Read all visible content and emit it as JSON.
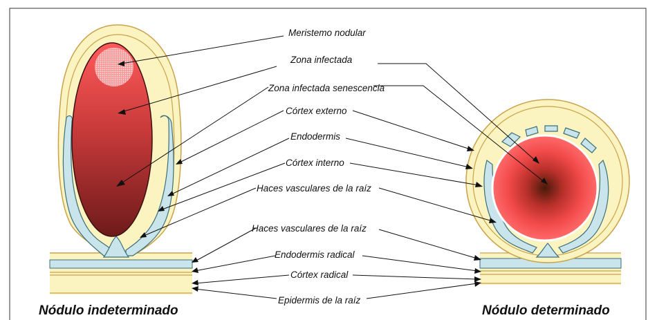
{
  "labels": {
    "meristem": "Meristemo nodular",
    "infected_zone": "Zona infectada",
    "senescent_zone": "Zona infectada senescencia",
    "outer_cortex": "Córtex externo",
    "endodermis": "Endodermis",
    "inner_cortex": "Córtex interno",
    "vascular_bundles_1": "Haces vasculares de la raíz",
    "vascular_bundles_2": "Haces vasculares de la raíz",
    "radical_endodermis": "Endodermis radical",
    "radical_cortex": "Córtex radical",
    "root_epidermis": "Epidermis de la raíz"
  },
  "titles": {
    "indeterminate": "Nódulo indeterminado",
    "determinate": "Nódulo determinado"
  },
  "colors": {
    "outer_tissue": "#fbf3c0",
    "outer_tissue_stroke": "#c9a24a",
    "vascular": "#c9e4ea",
    "vascular_stroke": "#3a6f7a",
    "infected_light": "#ff5a5a",
    "infected_dark": "#6e1a1a",
    "determinate_center": "#4a1a0a"
  }
}
